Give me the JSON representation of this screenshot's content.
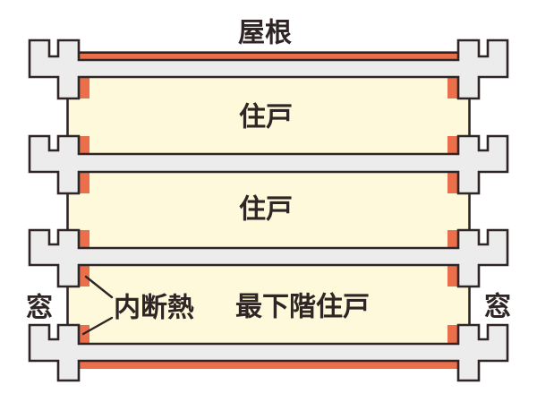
{
  "diagram": {
    "labels": {
      "roof": "屋根",
      "dwelling_unit_upper": "住戸",
      "dwelling_unit_middle": "住戸",
      "dwelling_unit_lowest": "最下階住戸",
      "interior_insulation": "内断熱",
      "window_left": "窓",
      "window_right": "窓"
    },
    "colors": {
      "background": "#ffffff",
      "concrete_gray": "#ececec",
      "outline_dark": "#2e2524",
      "insulation_orange": "#ec6f4b",
      "room_cream": "#fdf9da",
      "text_dark": "#2e2524"
    }
  }
}
